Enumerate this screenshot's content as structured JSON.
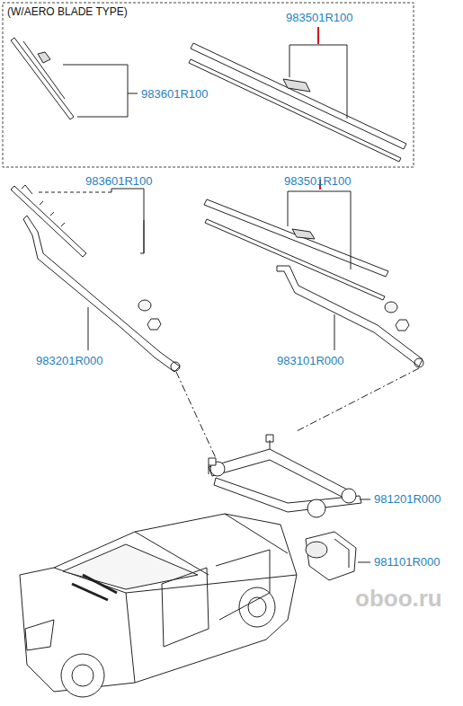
{
  "diagram": {
    "labels": [
      "(W/AERO BLADE TYPE)",
      "983501R100",
      "983601R100",
      "983601R100",
      "983501R100",
      "983201R000",
      "983101R000",
      "981201R000",
      "981101R000",
      "oboo.ru"
    ]
  }
}
